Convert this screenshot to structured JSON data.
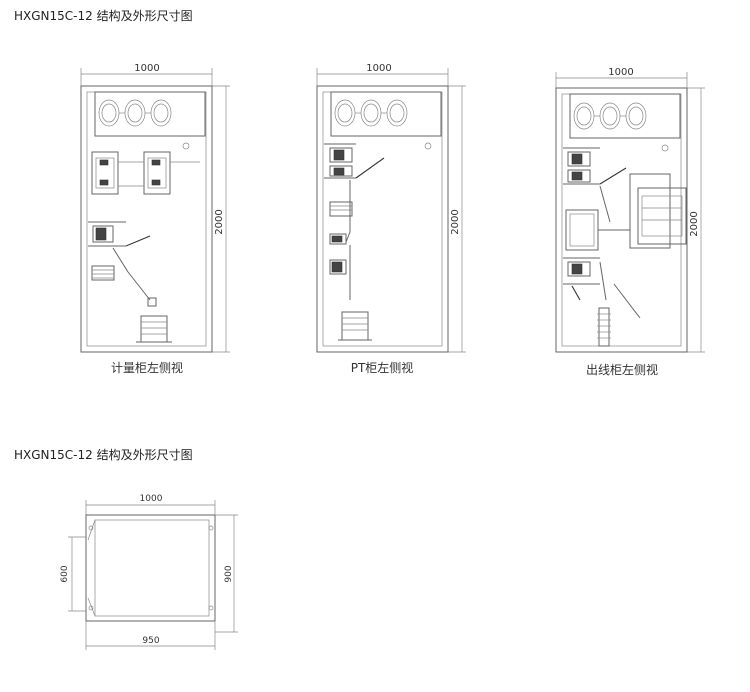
{
  "titles": {
    "top": "HXGN15C-12 结构及外形尺寸图",
    "bottom": "HXGN15C-12 结构及外形尺寸图"
  },
  "panels": [
    {
      "width_label": "1000",
      "height_label": "2000",
      "caption": "计量柜左侧视"
    },
    {
      "width_label": "1000",
      "height_label": "2000",
      "caption": "PT柜左侧视"
    },
    {
      "width_label": "1000",
      "height_label": "2000",
      "caption": "出线柜左侧视"
    }
  ],
  "plan": {
    "top_label": "1000",
    "left_label": "600",
    "right_label": "900",
    "bottom_label": "950"
  }
}
